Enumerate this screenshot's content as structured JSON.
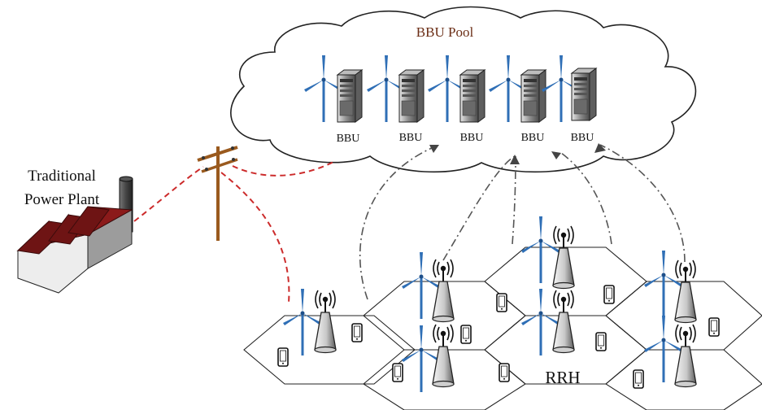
{
  "cloud_title": "BBU Pool",
  "plant_label_line1": "Traditional",
  "plant_label_line2": "Power Plant",
  "rrh_label": "RRH",
  "bbu_units": [
    {
      "label": "BBU"
    },
    {
      "label": "BBU"
    },
    {
      "label": "BBU"
    },
    {
      "label": "BBU"
    },
    {
      "label": "BBU"
    }
  ],
  "colors": {
    "power_line": "#cc2b2b",
    "fronthaul_line": "#555555",
    "roof": "#8b1a1a",
    "turbine": "#2f6fb6",
    "pole": "#9a5a1e",
    "label_brown": "#6b2e16"
  }
}
